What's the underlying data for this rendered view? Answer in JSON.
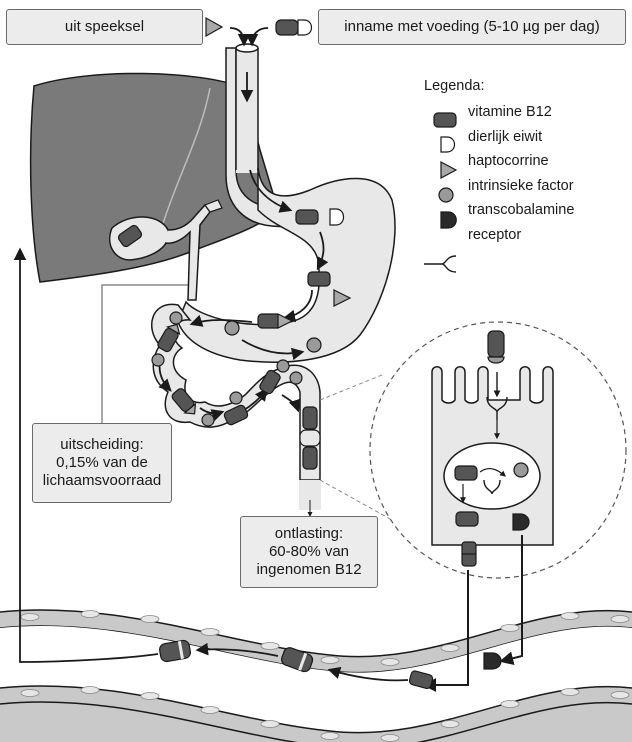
{
  "labels": {
    "saliva": "uit speeksel",
    "food_intake": "inname met voeding (5-10 µg per dag)",
    "excretion": [
      "uitscheiding:",
      "0,15% van de",
      "lichaamsvoorraad"
    ],
    "feces": [
      "ontlasting:",
      "60-80% van",
      "ingenomen B12"
    ]
  },
  "legend": {
    "title": "Legenda:",
    "items": [
      {
        "icon": "vitamin-b12-icon",
        "label": "vitamine B12"
      },
      {
        "icon": "animal-protein-icon",
        "label": "dierlijk eiwit"
      },
      {
        "icon": "haptocorrin-icon",
        "label": "haptocorrine"
      },
      {
        "icon": "intrinsic-factor-icon",
        "label": "intrinsieke factor"
      },
      {
        "icon": "transcobalamin-icon",
        "label": "transcobalamine"
      },
      {
        "icon": "receptor-icon",
        "label": "receptor"
      }
    ]
  },
  "colors": {
    "outline": "#1a1a1a",
    "liver": "#7a7a7a",
    "organ_fill": "#e8e8e8",
    "vitamin_b12": "#555555",
    "haptocorrin": "#a8a8a8",
    "intrinsic_factor": "#9a9a9a",
    "transcobalamin": "#2a2a2a",
    "blood_vessel": "#c9c9c9",
    "box_fill": "#ececec"
  }
}
